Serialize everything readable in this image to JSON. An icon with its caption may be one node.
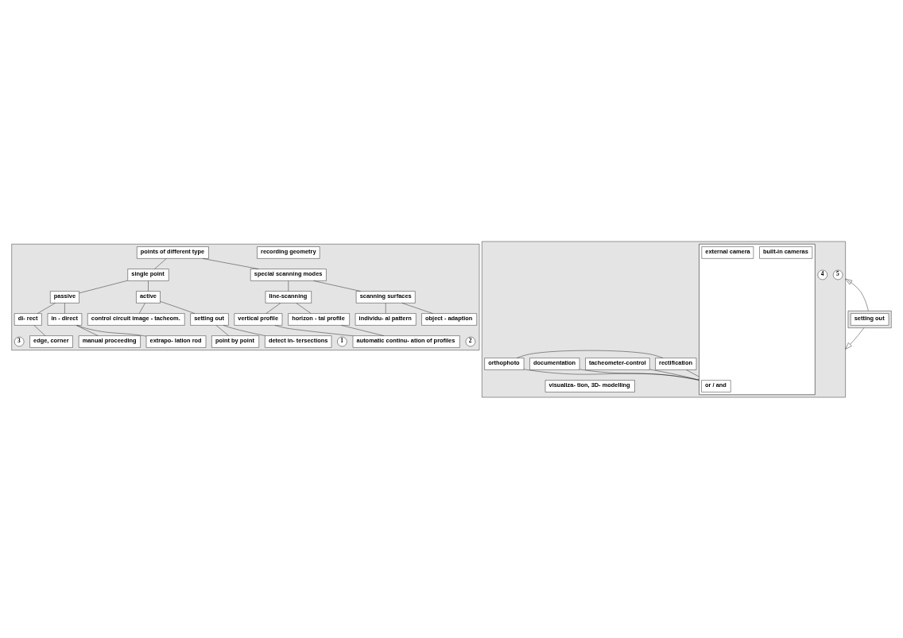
{
  "diagram": {
    "nodes": [
      {
        "text": [],
        "shape": "band"
      },
      {
        "text": [
          "recording geometry"
        ],
        "in": 0
      },
      {
        "text": [
          "points of different type"
        ],
        "in": 0
      },
      {
        "text": [
          "special scanning modes"
        ],
        "in": 0
      },
      {
        "text": [
          "single point"
        ],
        "in": 0
      },
      {
        "text": [
          "line-scanning"
        ],
        "in": 0
      },
      {
        "text": [
          "scanning surfaces"
        ],
        "in": 0
      },
      {
        "text": [
          "passive"
        ],
        "in": 0
      },
      {
        "text": [
          "active"
        ],
        "in": 0
      },
      {
        "text": [
          "vertical profile"
        ],
        "in": 0
      },
      {
        "text": [
          "horizon - tal profile"
        ],
        "in": 0
      },
      {
        "text": [
          "individu- al pattern"
        ],
        "in": 0
      },
      {
        "text": [
          "object - adaption"
        ],
        "in": 0
      },
      {
        "text": [
          "di- rect"
        ],
        "in": 0
      },
      {
        "text": [
          "in - direct"
        ],
        "in": 0
      },
      {
        "text": [
          "control circuit image - tacheom."
        ],
        "in": 0
      },
      {
        "text": [
          "setting out"
        ],
        "in": 0
      },
      {
        "text": [
          "automatic continu- ation of profiles"
        ],
        "in": 0
      },
      {
        "text": [
          "edge, corner"
        ],
        "in": 0
      },
      {
        "text": [
          "manual proceeding"
        ],
        "in": 0
      },
      {
        "text": [
          "extrapo- lation rod"
        ],
        "in": 0
      },
      {
        "text": [
          "point by point"
        ],
        "in": 0
      },
      {
        "text": [
          "detect in- tersections"
        ],
        "in": 0
      },
      {
        "text": [
          "1"
        ],
        "in": 0
      },
      {
        "text": [
          "2"
        ],
        "in": 0
      },
      {
        "text": [
          "3"
        ],
        "in": 0
      },
      {
        "text": [],
        "shape": "band"
      },
      {
        "text": [
          "visualiza- tion, 3D- modelling"
        ],
        "in": 26
      },
      {
        "text": [
          "tacheometer-control"
        ],
        "in": 26
      },
      {
        "text": [
          "orthophoto"
        ],
        "in": 26
      },
      {
        "text": [
          "rectification"
        ],
        "in": 26
      },
      {
        "text": [
          "documentation"
        ],
        "in": 26
      },
      {
        "text": [],
        "shape": "box",
        "in": 26
      },
      {
        "text": [
          "external camera"
        ],
        "in": 32
      },
      {
        "text": [
          "or / and"
        ],
        "in": 32
      },
      {
        "text": [
          "built-in cameras"
        ],
        "in": 32
      },
      {
        "text": [
          "4"
        ],
        "in": 26
      },
      {
        "text": [
          "5"
        ],
        "in": 26
      },
      {
        "text": [],
        "shape": "band"
      },
      {
        "text": [
          "setting out"
        ],
        "in": 38
      }
    ],
    "edges": [
      {
        "from": 2,
        "to": 3,
        "arrow": "none"
      },
      {
        "from": 2,
        "to": 4,
        "arrow": "none"
      },
      {
        "from": 3,
        "to": 5,
        "arrow": "none"
      },
      {
        "from": 3,
        "to": 6,
        "arrow": "none"
      },
      {
        "from": 4,
        "to": 7,
        "arrow": "none"
      },
      {
        "from": 4,
        "to": 8,
        "arrow": "none"
      },
      {
        "from": 5,
        "to": 9,
        "arrow": "none"
      },
      {
        "from": 5,
        "to": 10,
        "arrow": "none"
      },
      {
        "from": 6,
        "to": 11,
        "arrow": "none"
      },
      {
        "from": 6,
        "to": 12,
        "arrow": "none"
      },
      {
        "from": 7,
        "to": 13,
        "arrow": "none"
      },
      {
        "from": 7,
        "to": 14,
        "arrow": "none"
      },
      {
        "from": 8,
        "to": 15,
        "arrow": "none"
      },
      {
        "from": 8,
        "to": 16,
        "arrow": "none"
      },
      {
        "from": 9,
        "to": 17,
        "arrow": "none"
      },
      {
        "from": 10,
        "to": 17,
        "arrow": "none"
      },
      {
        "from": 13,
        "to": 18,
        "arrow": "none"
      },
      {
        "from": 14,
        "to": 19,
        "arrow": "none"
      },
      {
        "from": 14,
        "to": 20,
        "arrow": "none"
      },
      {
        "from": 16,
        "to": 21,
        "arrow": "none"
      },
      {
        "from": 16,
        "to": 22,
        "arrow": "none"
      },
      {
        "from": 29,
        "to": 30,
        "arrow": "none"
      },
      {
        "from": 28,
        "to": 32,
        "arrow": "none"
      },
      {
        "from": 29,
        "to": 32,
        "arrow": "none"
      },
      {
        "from": 30,
        "to": 32,
        "arrow": "none"
      },
      {
        "from": 31,
        "to": 32,
        "arrow": "none"
      },
      {
        "from": 38,
        "to": 26,
        "arrow": "to"
      },
      {
        "from": 38,
        "to": 26,
        "arrow": "to"
      }
    ]
  }
}
